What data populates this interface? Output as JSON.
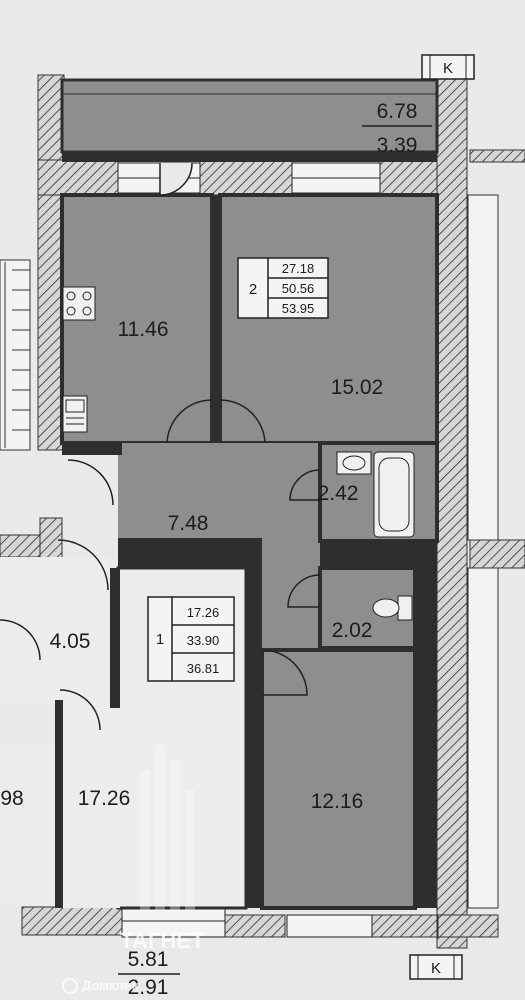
{
  "plan": {
    "balcony_top": {
      "area_full": "6.78",
      "area_reduced": "3.39"
    },
    "balcony_bottom": {
      "area_full": "5.81",
      "area_reduced": "2.91"
    },
    "apartment_2": {
      "number": "2",
      "living_area": "27.18",
      "total_area": "50.56",
      "total_area_with_balcony": "53.95",
      "rooms": {
        "kitchen": "11.46",
        "bedroom": "15.02",
        "bathroom": "2.42",
        "hallway": "7.48",
        "toilet": "2.02",
        "living_room": "12.16"
      }
    },
    "apartment_1": {
      "number": "1",
      "living_area": "17.26",
      "total_area": "33.90",
      "total_area_with_balcony": "36.81",
      "rooms": {
        "hallway": "4.05",
        "room": "17.26",
        "partial_left": "98"
      }
    },
    "marker_top": "K",
    "marker_bottom": "K"
  },
  "watermark": {
    "brand": "Домклик",
    "logo_text": "ТАГНЕТ"
  },
  "colors": {
    "wall": "#3a3a3a",
    "room_fill": "#8e8e8e",
    "background": "#e9e9e7"
  }
}
